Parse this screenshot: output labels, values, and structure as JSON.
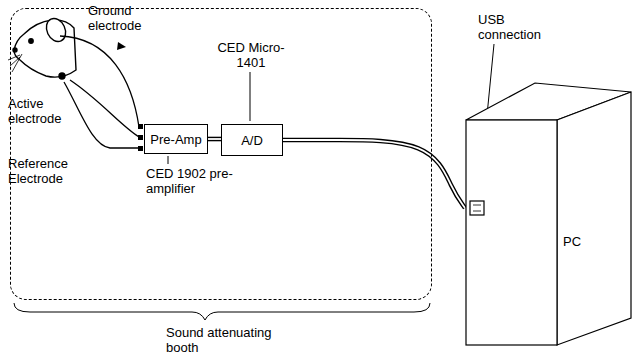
{
  "diagram": {
    "nodes": [
      {
        "text": [
          "Sound attenuating booth"
        ]
      },
      {
        "text": [
          "Pre-Amp"
        ],
        "in": 0
      },
      {
        "text": [
          "A/D"
        ],
        "in": 0
      },
      {
        "text": [
          "PC"
        ]
      }
    ],
    "edges": [
      {
        "from": 1,
        "to": 2,
        "arrow": "none"
      },
      {
        "from": 2,
        "to": 3,
        "arrow": "none"
      }
    ],
    "labels": [
      "Ground electrode",
      "Active electrode",
      "Reference Electrode",
      "CED 1902 pre-amplifier",
      "CED Micro-1401",
      "USB connection"
    ]
  }
}
